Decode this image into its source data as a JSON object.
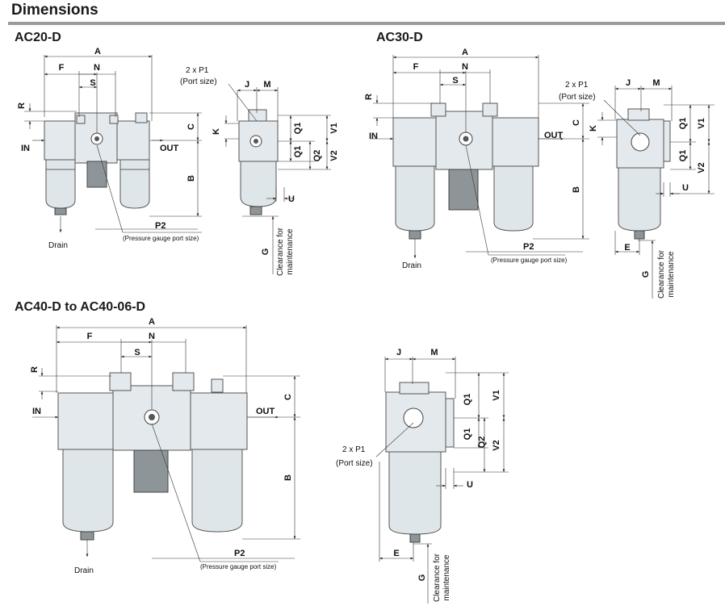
{
  "header": {
    "title": "Dimensions"
  },
  "models": [
    {
      "id": "ac20",
      "title": "AC20-D"
    },
    {
      "id": "ac30",
      "title": "AC30-D"
    },
    {
      "id": "ac40",
      "title": "AC40-D to AC40-06-D"
    }
  ],
  "labels": {
    "A": "A",
    "F": "F",
    "N": "N",
    "S": "S",
    "R": "R",
    "C": "C",
    "B": "B",
    "J": "J",
    "M": "M",
    "K": "K",
    "U": "U",
    "E": "E",
    "G": "G",
    "Q1": "Q1",
    "Q2": "Q2",
    "V1": "V1",
    "V2": "V2",
    "P2": "P2",
    "in": "IN",
    "out": "OUT",
    "drain": "Drain",
    "port_count": "2 x P1",
    "port_size": "(Port size)",
    "gauge_port": "(Pressure gauge port size)",
    "clearance_1": "Clearance for",
    "clearance_2": "maintenance"
  }
}
